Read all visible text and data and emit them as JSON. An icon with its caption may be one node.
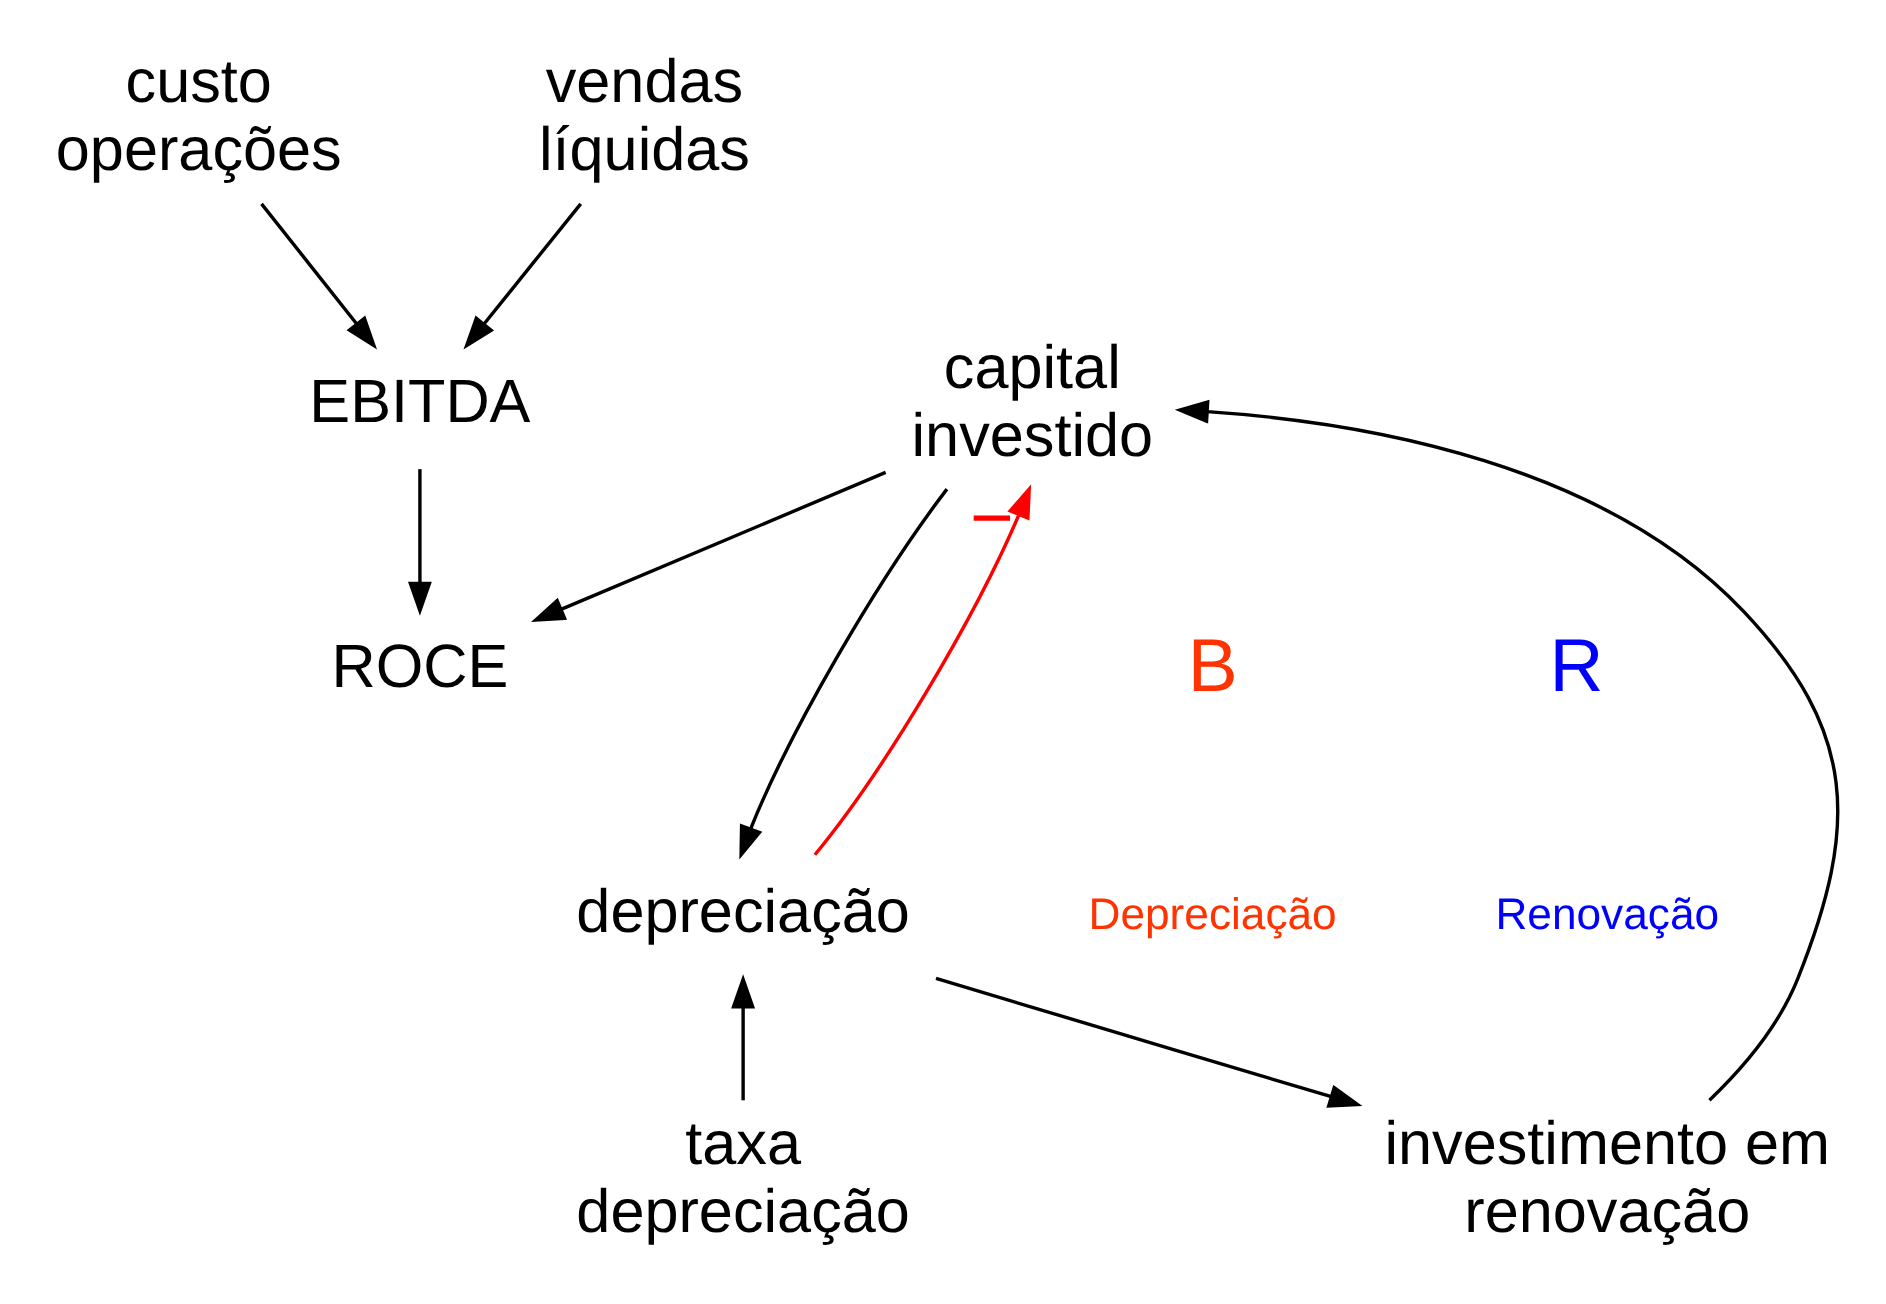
{
  "diagram": {
    "nodes": [
      {
        "text": [
          "custo operações"
        ]
      },
      {
        "text": [
          "EBITDA"
        ]
      },
      {
        "text": [
          "vendas líquidas"
        ]
      },
      {
        "text": [
          "ROCE"
        ]
      },
      {
        "text": [
          "capital investido"
        ]
      },
      {
        "text": [
          "depreciação"
        ]
      },
      {
        "text": [
          "investimento em renovação"
        ]
      },
      {
        "text": [
          "taxa depreciação"
        ]
      }
    ],
    "edges": [
      {
        "from": 0,
        "to": 1,
        "arrow": "to"
      },
      {
        "from": 2,
        "to": 1,
        "arrow": "to"
      },
      {
        "from": 1,
        "to": 3,
        "arrow": "to"
      },
      {
        "from": 4,
        "to": 3,
        "arrow": "to"
      },
      {
        "from": 4,
        "to": 5,
        "arrow": "to"
      },
      {
        "from": 5,
        "to": 4,
        "arrow": "to",
        "label": "−",
        "color": "#ff0000"
      },
      {
        "from": 5,
        "to": 6,
        "arrow": "to"
      },
      {
        "from": 6,
        "to": 4,
        "arrow": "to"
      },
      {
        "from": 7,
        "to": 5,
        "arrow": "to"
      }
    ],
    "labels": [
      "B",
      "Depreciação",
      "R",
      "Renovação"
    ]
  }
}
